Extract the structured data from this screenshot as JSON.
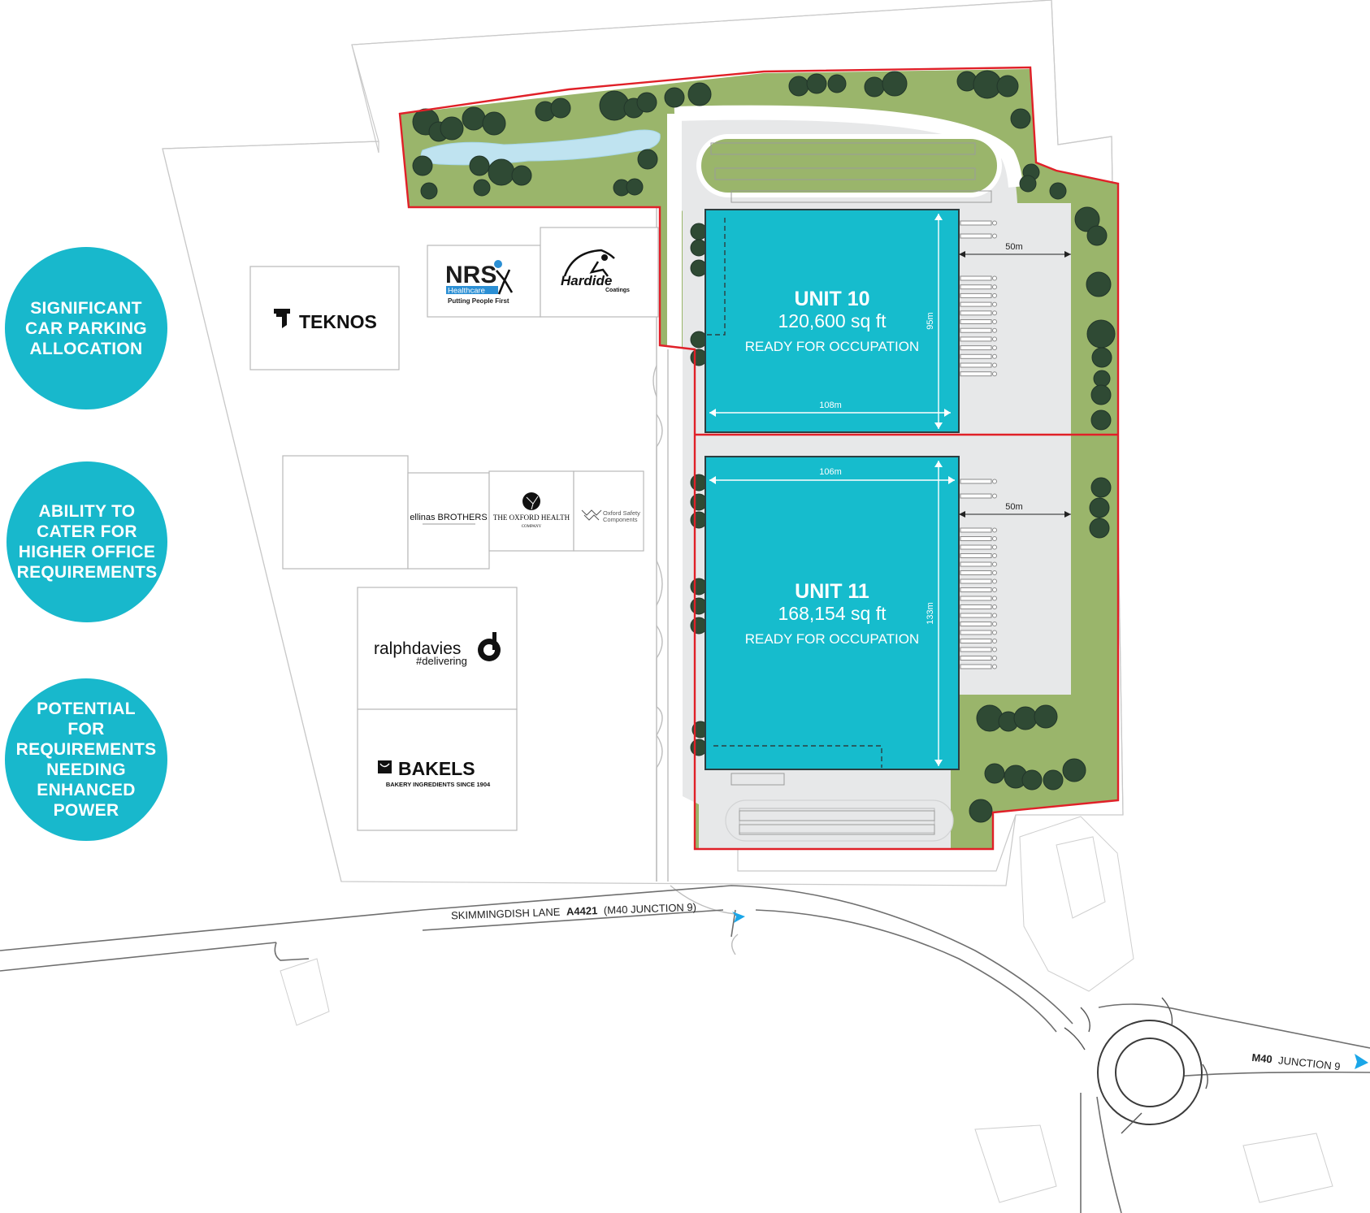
{
  "features": [
    "SIGNIFICANT\nCAR PARKING\nALLOCATION",
    "ABILITY TO\nCATER FOR\nHIGHER OFFICE\nREQUIREMENTS",
    "POTENTIAL\nFOR\nREQUIREMENTS\nNEEDING\nENHANCED\nPOWER"
  ],
  "units": [
    {
      "name": "UNIT 10",
      "area": "120,600 sq ft",
      "status": "READY FOR OCCUPATION",
      "width": "108m",
      "depth": "95m",
      "yard": "50m"
    },
    {
      "name": "UNIT 11",
      "area": "168,154 sq ft",
      "status": "READY FOR OCCUPATION",
      "width": "106m",
      "depth": "133m",
      "yard": "50m"
    }
  ],
  "occupiers": {
    "teknos": "TEKNOS",
    "nrs_name": "NRS",
    "nrs_sub": "Healthcare",
    "nrs_tag": "Putting People First",
    "hardide": "Hardide",
    "hardide_sub": "Coatings",
    "ellinas": "ellinas BROTHERS",
    "oxford_health": "THE OXFORD HEALTH",
    "oxford_health_sub": "COMPANY",
    "oxford_safety": "Oxford Safety",
    "oxford_safety_sub": "Components",
    "ralph": "ralphdavies",
    "ralph_tag": "#delivering",
    "bakels": "BAKELS",
    "bakels_tag": "BAKERY INGREDIENTS SINCE 1904"
  },
  "roads": {
    "lane_name": "SKIMMINGDISH LANE",
    "lane_code": "A4421",
    "lane_suffix": "(M40 JUNCTION 9)",
    "m40": "M40",
    "m40_suffix": "JUNCTION 9"
  },
  "colors": {
    "unit": "#16bccd",
    "landscape": "#9ab56b",
    "tree": "#2f4a34",
    "water": "#bfe3f0",
    "site_boundary": "#e02028",
    "feature_circle": "#18b8cc",
    "arrow": "#1aa6e8",
    "yard": "#e7e8e9"
  }
}
